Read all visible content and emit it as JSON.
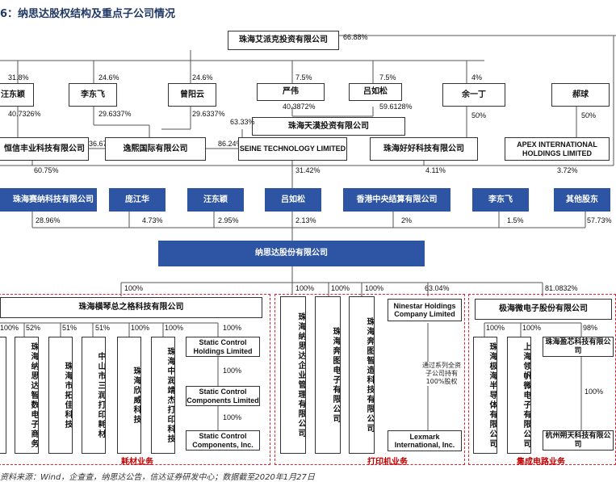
{
  "title": "6：纳思达股权结构及重点子公司情况",
  "source": "资料来源：Wind，企查查，纳思达公告，信达证券研发中心；数据截至2020年1月27日",
  "top": {
    "aipaike": "珠海艾派克投资有限公司",
    "aipaike_pct": "66.88%",
    "persons": [
      {
        "name": "汪东颖",
        "pct_up": "31.8%",
        "pct_down": "40.7326%"
      },
      {
        "name": "李东飞",
        "pct_up": "24.6%",
        "pct_down": "29.6337%"
      },
      {
        "name": "曾阳云",
        "pct_up": "24.6%",
        "pct_down": "29.6337%"
      },
      {
        "name": "严伟",
        "pct_up": "7.5%",
        "pct_down": "40.3872%"
      },
      {
        "name": "吕如松",
        "pct_up": "7.5%",
        "pct_down": "59.6128%"
      },
      {
        "name": "余一丁",
        "pct_up": "4%",
        "pct_down": "50%"
      },
      {
        "name": "郝球",
        "pct_up": "",
        "pct_down": "50%"
      }
    ],
    "tianqi": "珠海天漠投资有限公司",
    "tianqi_pct": "63.33%"
  },
  "layer3": {
    "hengxin": "恒信丰业科技有限公司",
    "hengxin_pct_right": "36.67%",
    "hengxin_pct_down": "60.75%",
    "yixi": "逸熙国际有限公司",
    "yixi_pct": "86.24%",
    "seine": "SEINE TECHNOLOGY LIMITED",
    "seine_pct": "31.42%",
    "haohao": "珠海好好科技有限公司",
    "haohao_pct": "4.11%",
    "apex": "APEX INTERNATIONAL HOLDINGS LIMITED",
    "apex_pct": "3.72%"
  },
  "shareholders": [
    {
      "name": "珠海赛纳科技有限公司",
      "pct": "28.96%"
    },
    {
      "name": "庞江华",
      "pct": "4.73%"
    },
    {
      "name": "汪东颖",
      "pct": "2.95%"
    },
    {
      "name": "吕如松",
      "pct": "2.13%"
    },
    {
      "name": "香港中央结算有限公司",
      "pct": "2%"
    },
    {
      "name": "李东飞",
      "pct": "1.5%"
    },
    {
      "name": "其他股东",
      "pct": "57.73%"
    }
  ],
  "company": "纳思达股份有限公司",
  "company_links": {
    "hengqin_pct": "100%",
    "enterprise_pct": "100%",
    "bentu_pct": "100%",
    "bentu_smart_pct": "100%",
    "ninestar_pct": "63.04%",
    "jihai_pct": "81.0832%"
  },
  "consumables": {
    "parent": "珠海横琴总之格科技有限公司",
    "segment": "耗材业务",
    "children": [
      {
        "pct": "100%",
        "name": ""
      },
      {
        "pct": "52%",
        "name": "珠海纳思达智数电子商务"
      },
      {
        "pct": "51%",
        "name": "珠海市拓佳科技"
      },
      {
        "pct": "51%",
        "name": "中山市三润打印耗材"
      },
      {
        "pct": "100%",
        "name": "珠海欣威科技"
      },
      {
        "pct": "100%",
        "name": "珠海中润靖杰打印科技"
      }
    ],
    "static": [
      {
        "pct": "100%",
        "name": "Static Control Holdings Limited"
      },
      {
        "pct": "100%",
        "name": "Static Control Components Limited"
      },
      {
        "pct": "100%",
        "name": "Static Control Components, Inc."
      }
    ]
  },
  "printer": {
    "segment": "打印机业务",
    "enterprise": "珠海纳思达企业管理有限公司",
    "bentu": "珠海奔图电子有限公司",
    "bentu_smart": "珠海奔图智造科技有限公司",
    "ninestar": "Ninestar Holdings Company Limited",
    "note": "通过系列全资子公司持有100%股权",
    "lexmark": "Lexmark International, Inc."
  },
  "ic": {
    "segment": "集成电路业务",
    "jihai": "极海微电子股份有限公司",
    "jihai_semi": "珠海极海半导体有限公司",
    "lingfan": "上海领帆微电子有限公司",
    "shengxin": "珠海盈芯科技有限公司",
    "shengxin_pct": "98%",
    "shengxin_child_pct": "100%",
    "hangzhou": "杭州朔天科技有限公司",
    "jihai_semi_pct": "100%",
    "lingfan_pct": "100%"
  }
}
